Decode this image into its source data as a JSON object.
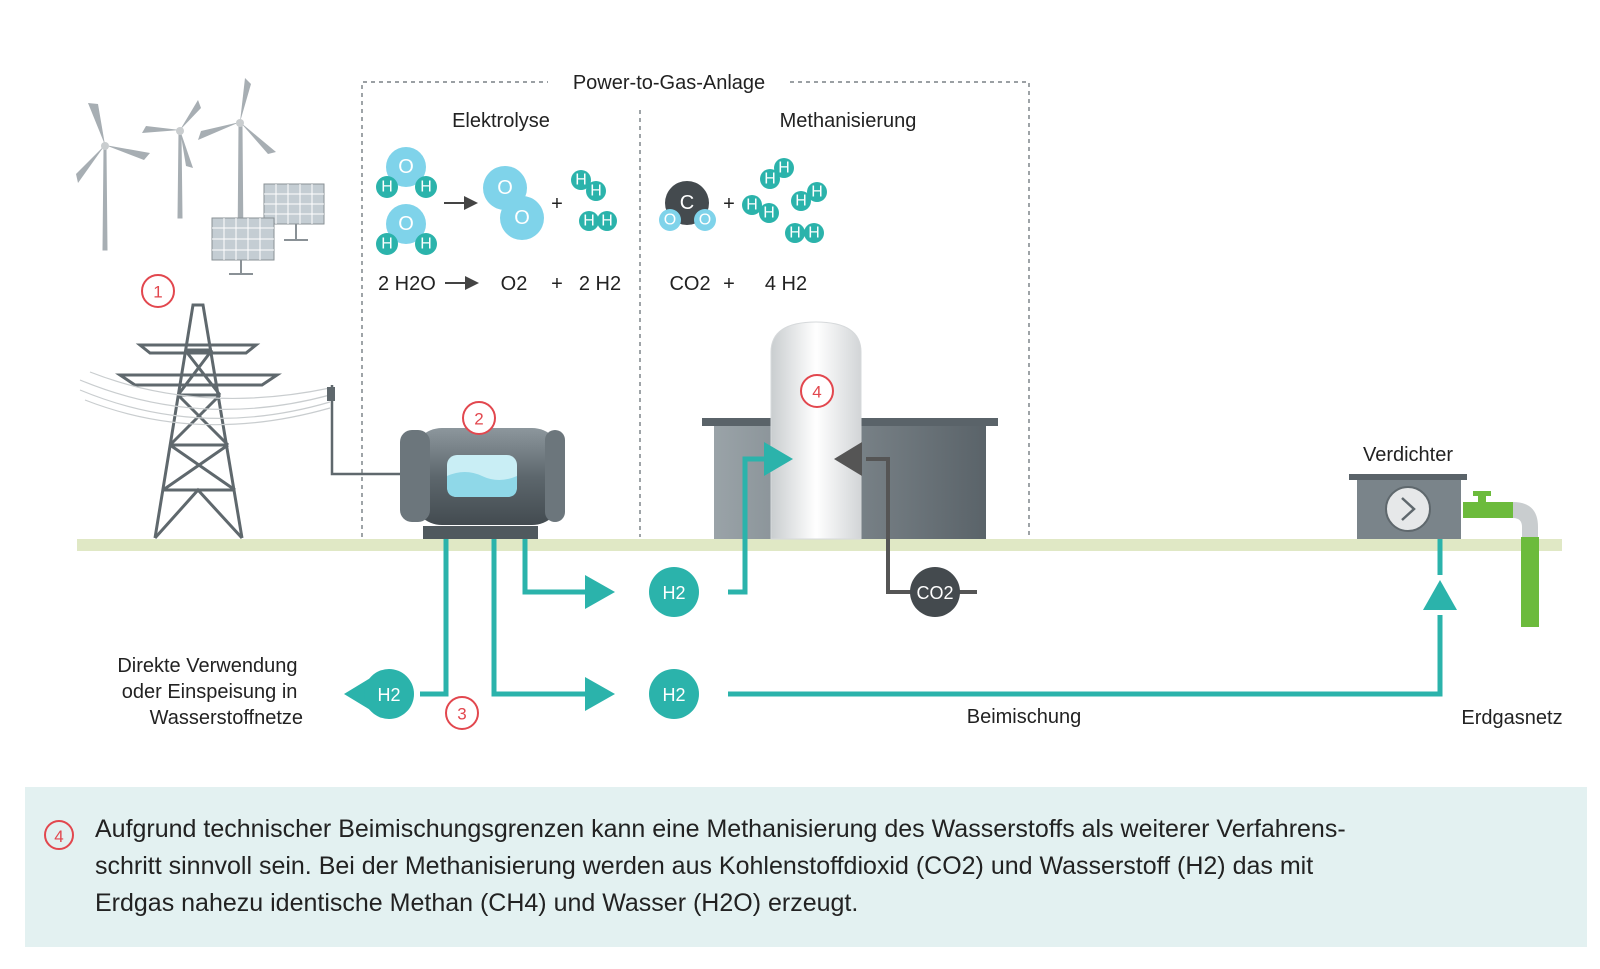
{
  "diagram": {
    "plant_title": "Power-to-Gas-Anlage",
    "section_electrolysis": "Elektrolyse",
    "section_methanation": "Methanisierung",
    "equation_electrolysis": {
      "reactant": "2 H2O",
      "product1": "O2",
      "plus": "+",
      "product2": "2 H2"
    },
    "equation_methanation": {
      "reactant1": "CO2",
      "plus": "+",
      "reactant2": "4 H2"
    },
    "atoms": {
      "hydrogen": "H",
      "oxygen": "O",
      "carbon": "C"
    },
    "badges": [
      "1",
      "2",
      "3",
      "4"
    ],
    "flow_labels": {
      "h2": "H2",
      "co2": "CO2",
      "compressor": "Verdichter",
      "blending": "Beimischung",
      "gas_grid": "Erdgasnetz",
      "direct_use": [
        "Direkte Verwendung",
        "oder Einspeisung in",
        "Wasserstoffnetze"
      ]
    },
    "colors": {
      "teal": "#2bb3ab",
      "light_blue": "#7fd3ea",
      "dark_gray": "#555555",
      "badge_red": "#e2474e",
      "ground": "#e0e8c5",
      "pipe_green": "#6cbb3c",
      "info_bg": "#e3f1f1"
    }
  },
  "info": {
    "badge": "4",
    "lines": [
      "Aufgrund technischer Beimischungsgrenzen kann eine Methanisierung des Wasserstoffs als weiterer Verfahrens-",
      "schritt sinnvoll sein. Bei der Methanisierung werden aus Kohlenstoffdioxid (CO2) und Wasserstoff (H2) das mit",
      "Erdgas nahezu identische Methan (CH4) und Wasser (H2O) erzeugt."
    ]
  }
}
